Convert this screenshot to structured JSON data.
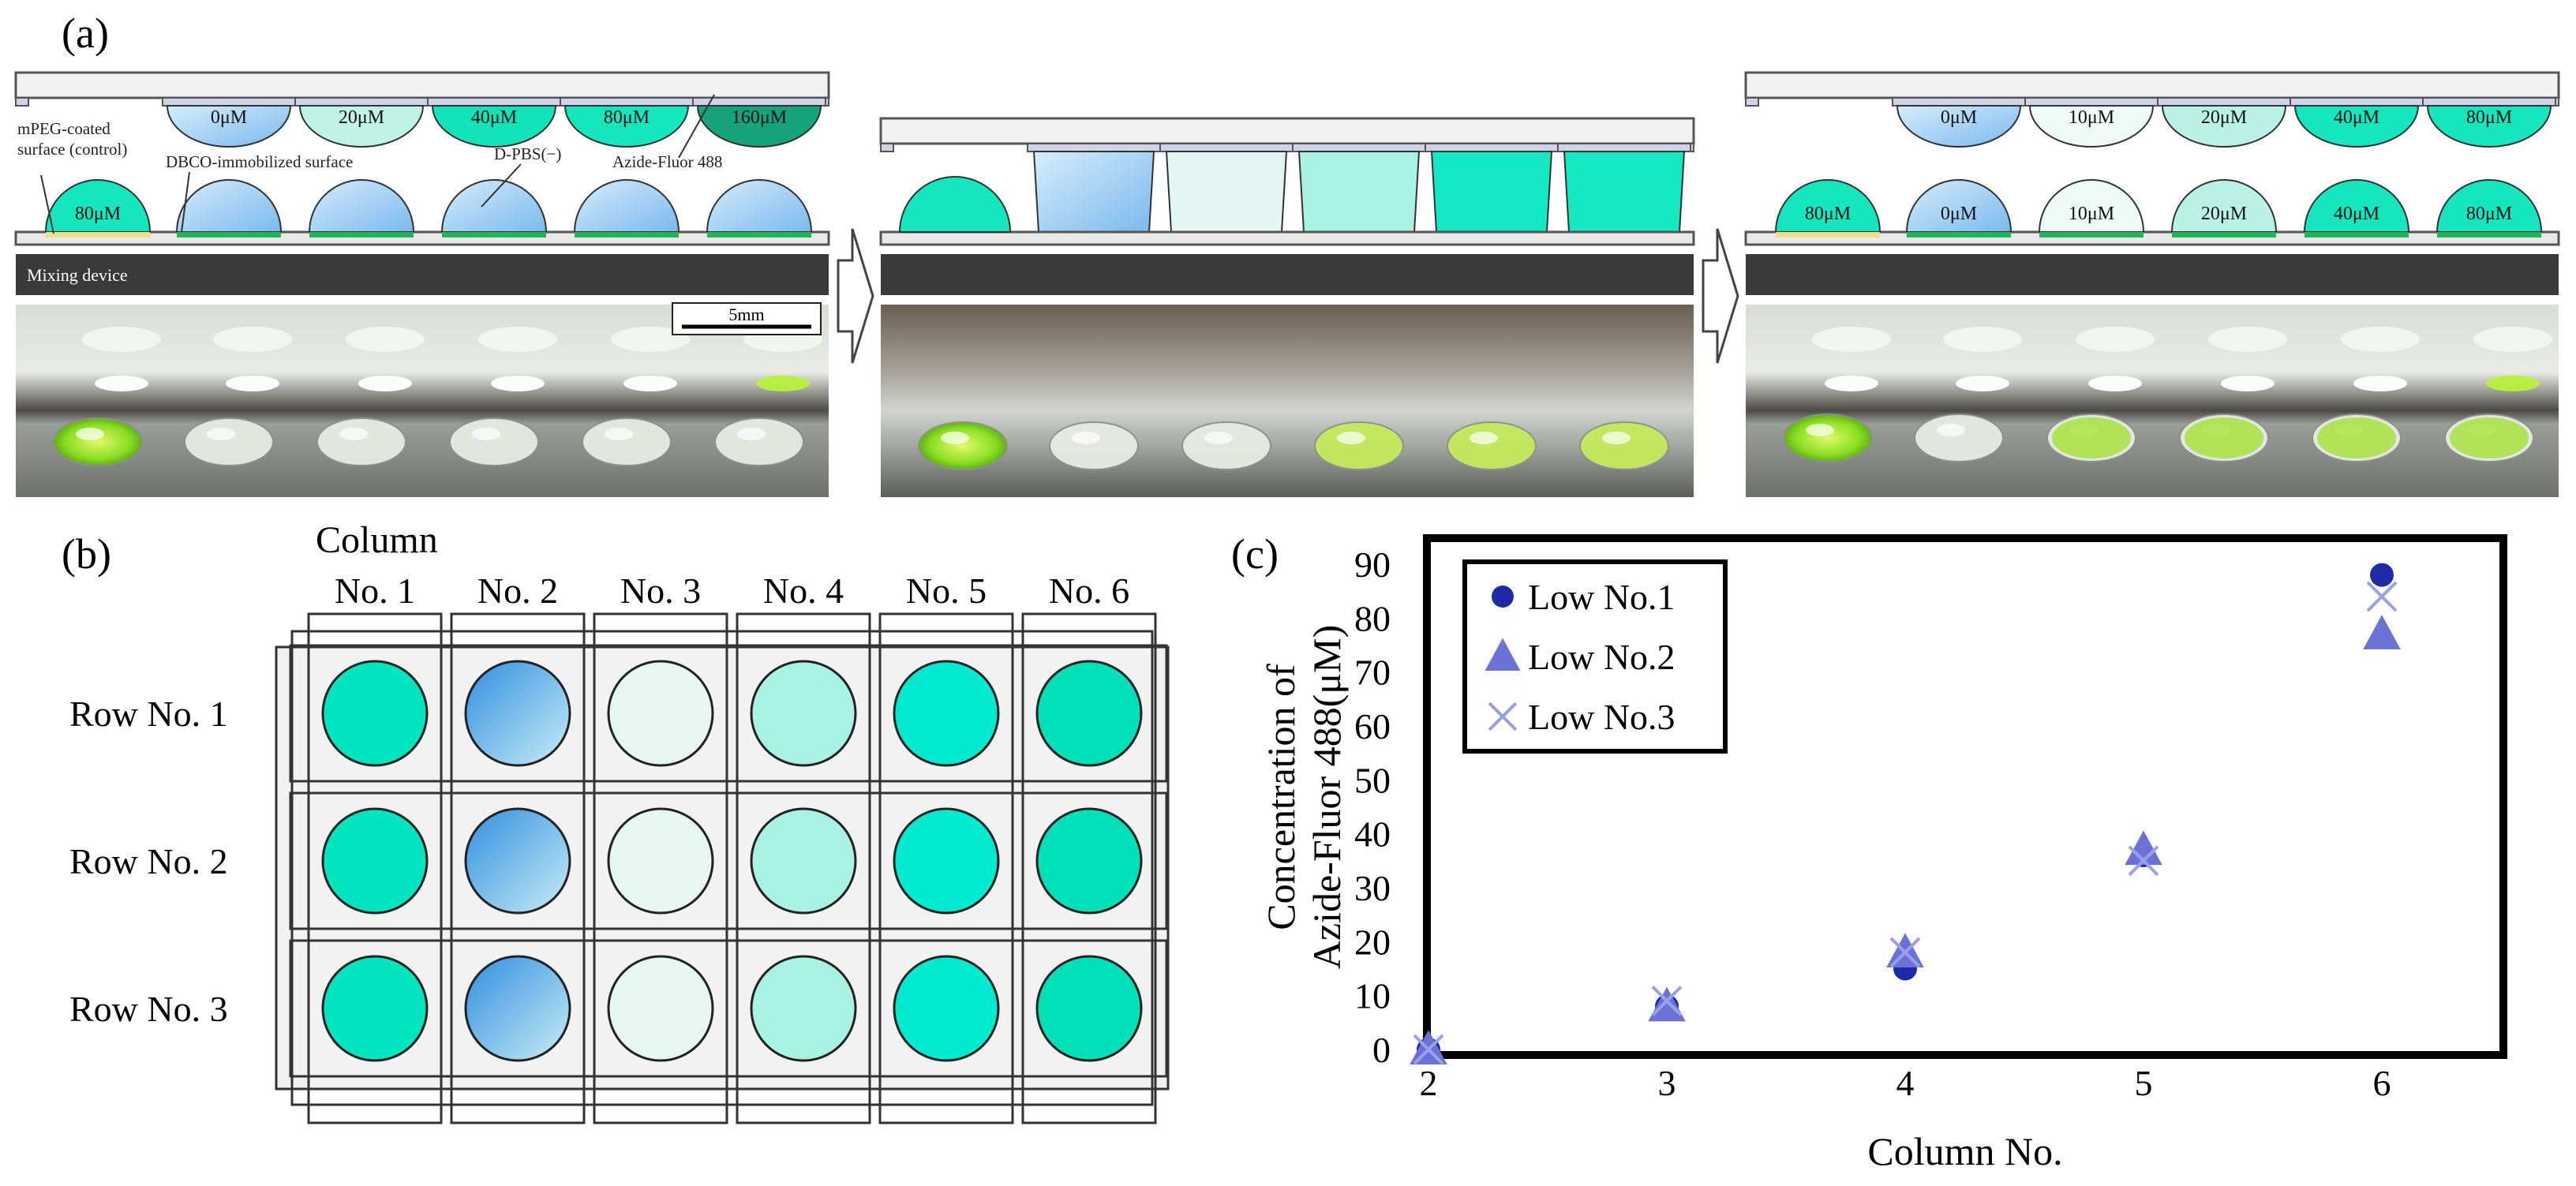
{
  "panel_a": {
    "label": "(a)",
    "left": {
      "top_labels": [
        "0μM",
        "20μM",
        "40μM",
        "80μM",
        "160μM"
      ],
      "bottom_first_label": "80μM",
      "annotations": {
        "mpeg": "mPEG-coated\nsurface (control)",
        "dbco": "DBCO-immobilized surface",
        "dpbs": "D-PBS(−)",
        "azide": "Azide-Fluor 488"
      },
      "device_label": "Mixing device",
      "scale_label": "5mm"
    },
    "right": {
      "top_labels": [
        "0μM",
        "10μM",
        "20μM",
        "40μM",
        "80μM"
      ],
      "bottom_labels": [
        "80μM",
        "0μM",
        "10μM",
        "20μM",
        "40μM",
        "80μM"
      ]
    }
  },
  "panel_b": {
    "label": "(b)",
    "column_title": "Column",
    "columns": [
      "No. 1",
      "No. 2",
      "No. 3",
      "No. 4",
      "No. 5",
      "No. 6"
    ],
    "rows": [
      "Row No. 1",
      "Row No. 2",
      "Row No. 3"
    ],
    "well_colors": [
      "#00e5c0",
      "#8cc8f2",
      "#e6f7f2",
      "#a8f2e4",
      "#00ead0",
      "#00e0b8"
    ]
  },
  "panel_c": {
    "label": "(c)"
  },
  "chart_data": {
    "type": "scatter",
    "xlabel": "Column No.",
    "ylabel": "Concentration of\nAzide-Fluor 488(μM)",
    "categories": [
      "2",
      "3",
      "4",
      "5",
      "6"
    ],
    "ylim": [
      0,
      90
    ],
    "yticks": [
      0,
      10,
      20,
      30,
      40,
      50,
      60,
      70,
      80,
      90
    ],
    "legend_position": "top-left",
    "grid": false,
    "series": [
      {
        "name": "Low No.1",
        "marker": "circle",
        "color": "#1f2aa6",
        "values": [
          0,
          8,
          15,
          36,
          88
        ]
      },
      {
        "name": "Low No.2",
        "marker": "triangle",
        "color": "#6b72d6",
        "values": [
          0,
          8,
          18,
          37,
          77
        ]
      },
      {
        "name": "Low No.3",
        "marker": "x",
        "color": "#9aa0e8",
        "values": [
          0,
          9,
          18,
          35,
          84
        ]
      }
    ]
  }
}
